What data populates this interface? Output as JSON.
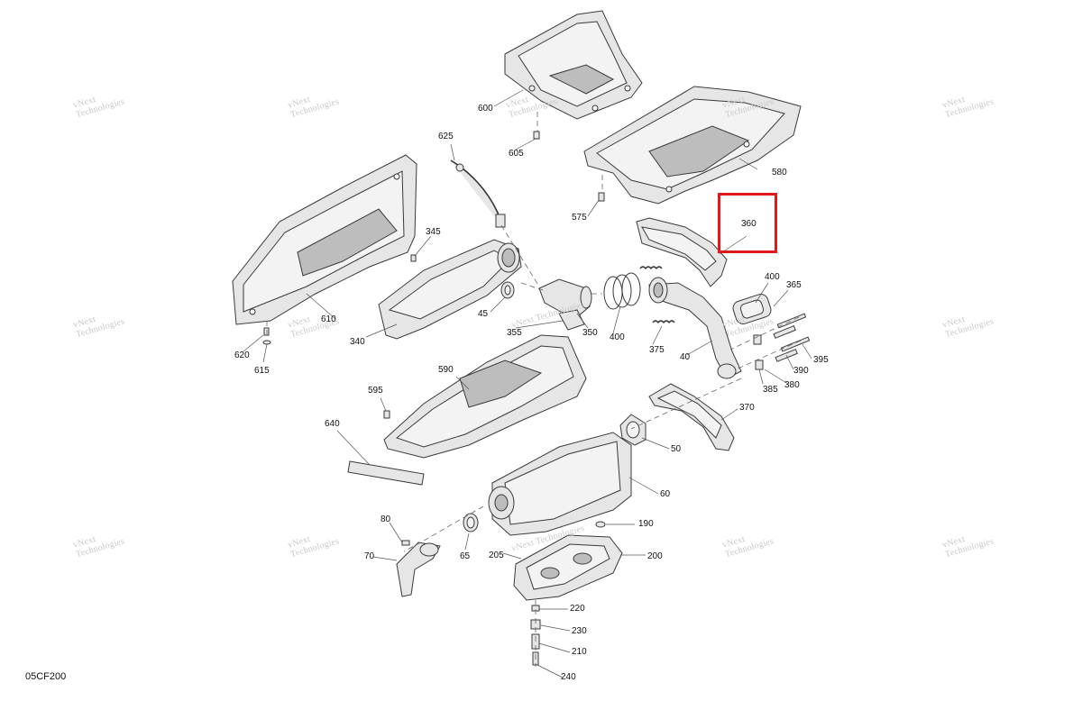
{
  "diagram_code": "05CF200",
  "highlighted_part": "360",
  "watermark": {
    "line1": "vNext",
    "line2": "Technologies",
    "inline": "vNext Technologies"
  },
  "callouts": {
    "p40": "40",
    "p45": "45",
    "p50": "50",
    "p60": "60",
    "p65": "65",
    "p70": "70",
    "p80": "80",
    "p190": "190",
    "p200": "200",
    "p205": "205",
    "p210": "210",
    "p220": "220",
    "p230": "230",
    "p240": "240",
    "p340": "340",
    "p345": "345",
    "p350": "350",
    "p355": "355",
    "p360": "360",
    "p365": "365",
    "p370": "370",
    "p375": "375",
    "p380": "380",
    "p385": "385",
    "p390": "390",
    "p395": "395",
    "p400a": "400",
    "p400b": "400",
    "p575": "575",
    "p580": "580",
    "p590": "590",
    "p595": "595",
    "p600": "600",
    "p605": "605",
    "p610": "610",
    "p615": "615",
    "p620": "620",
    "p625": "625",
    "p640": "640"
  }
}
